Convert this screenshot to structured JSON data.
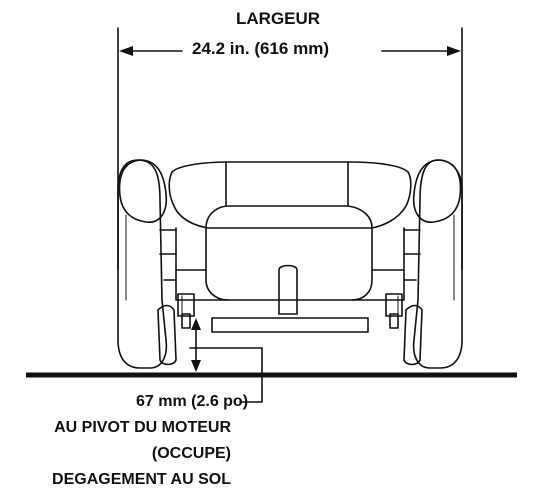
{
  "diagram": {
    "width_title": "LARGEUR",
    "width_value": "24.2 in. (616 mm)",
    "clearance_value": "67 mm (2.6 po)",
    "clearance_lines": [
      "AU PIVOT DU MOTEUR",
      "(OCCUPE)",
      "DEGAGEMENT AU SOL"
    ]
  },
  "colors": {
    "line": "#111111",
    "background": "#ffffff"
  }
}
